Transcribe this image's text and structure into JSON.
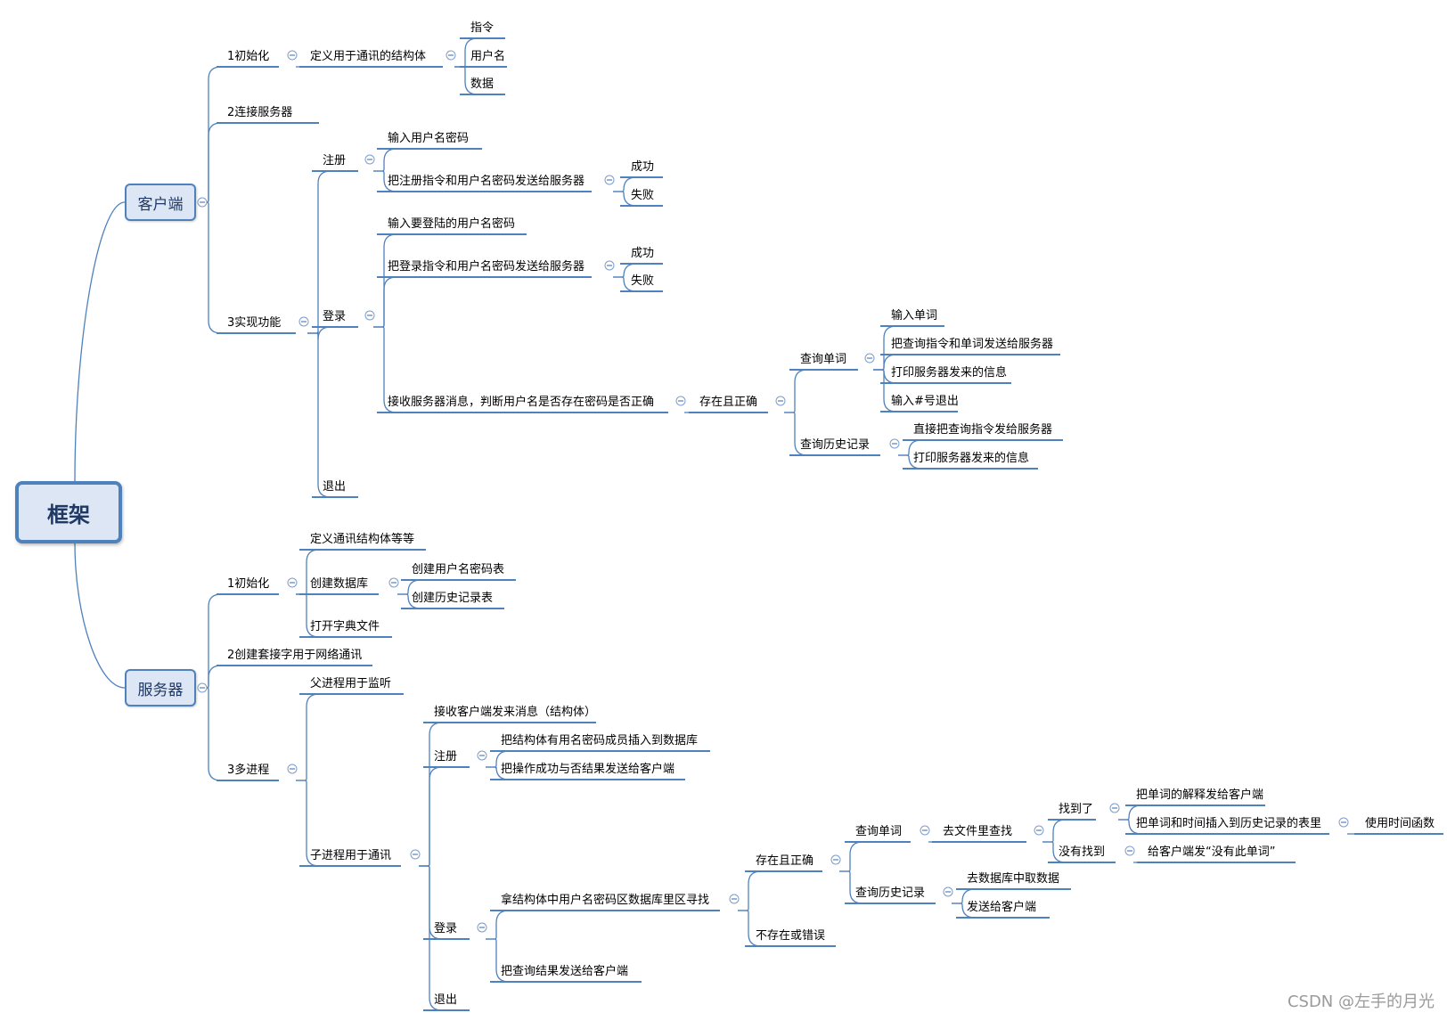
{
  "root": {
    "label": "框架"
  },
  "client": {
    "label": "客户端",
    "init": {
      "label": "1初始化",
      "struct": {
        "label": "定义用于通讯的结构体",
        "fields": [
          "指令",
          "用户名",
          "数据"
        ]
      }
    },
    "connect": {
      "label": "2连接服务器"
    },
    "features": {
      "label": "3实现功能",
      "register": {
        "label": "注册",
        "input": "输入用户名密码",
        "send": "把注册指令和用户名密码发送给服务器",
        "results": [
          "成功",
          "失败"
        ]
      },
      "login": {
        "label": "登录",
        "input": "输入要登陆的用户名密码",
        "send": "把登录指令和用户名密码发送给服务器",
        "results": [
          "成功",
          "失败"
        ],
        "receive": "接收服务器消息，判断用户名是否存在密码是否正确",
        "ok": "存在且正确",
        "query_word": {
          "label": "查询单词",
          "steps": [
            "输入单词",
            "把查询指令和单词发送给服务器",
            "打印服务器发来的信息",
            "输入#号退出"
          ]
        },
        "query_history": {
          "label": "查询历史记录",
          "steps": [
            "直接把查询指令发给服务器",
            "打印服务器发来的信息"
          ]
        }
      },
      "quit": "退出"
    }
  },
  "server": {
    "label": "服务器",
    "init": {
      "label": "1初始化",
      "define": "定义通讯结构体等等",
      "db": {
        "label": "创建数据库",
        "tables": [
          "创建用户名密码表",
          "创建历史记录表"
        ]
      },
      "dict": "打开字典文件"
    },
    "socket": {
      "label": "2创建套接字用于网络通讯"
    },
    "process": {
      "label": "3多进程",
      "parent": "父进程用于监听",
      "child": {
        "label": "子进程用于通讯",
        "receive": "接收客户端发来消息（结构体）",
        "register": {
          "label": "注册",
          "steps": [
            "把结构体有用名密码成员插入到数据库",
            "把操作成功与否结果发送给客户端"
          ]
        },
        "login": {
          "label": "登录",
          "lookup": "拿结构体中用户名密码区数据库里区寻找",
          "ok": "存在且正确",
          "query_word": {
            "label": "查询单词",
            "search": "去文件里查找",
            "found": {
              "label": "找到了",
              "send_def": "把单词的解释发给客户端",
              "insert": "把单词和时间插入到历史记录的表里",
              "time_func": "使用时间函数"
            },
            "not_found": {
              "label": "没有找到",
              "send": "给客户端发“没有此单词”"
            }
          },
          "query_history": {
            "label": "查询历史记录",
            "steps": [
              "去数据库中取数据",
              "发送给客户端"
            ]
          },
          "not_exist": "不存在或错误",
          "send_result": "把查询结果发送给客户端"
        },
        "quit": "退出"
      }
    }
  },
  "watermark": "CSDN @左手的月光"
}
